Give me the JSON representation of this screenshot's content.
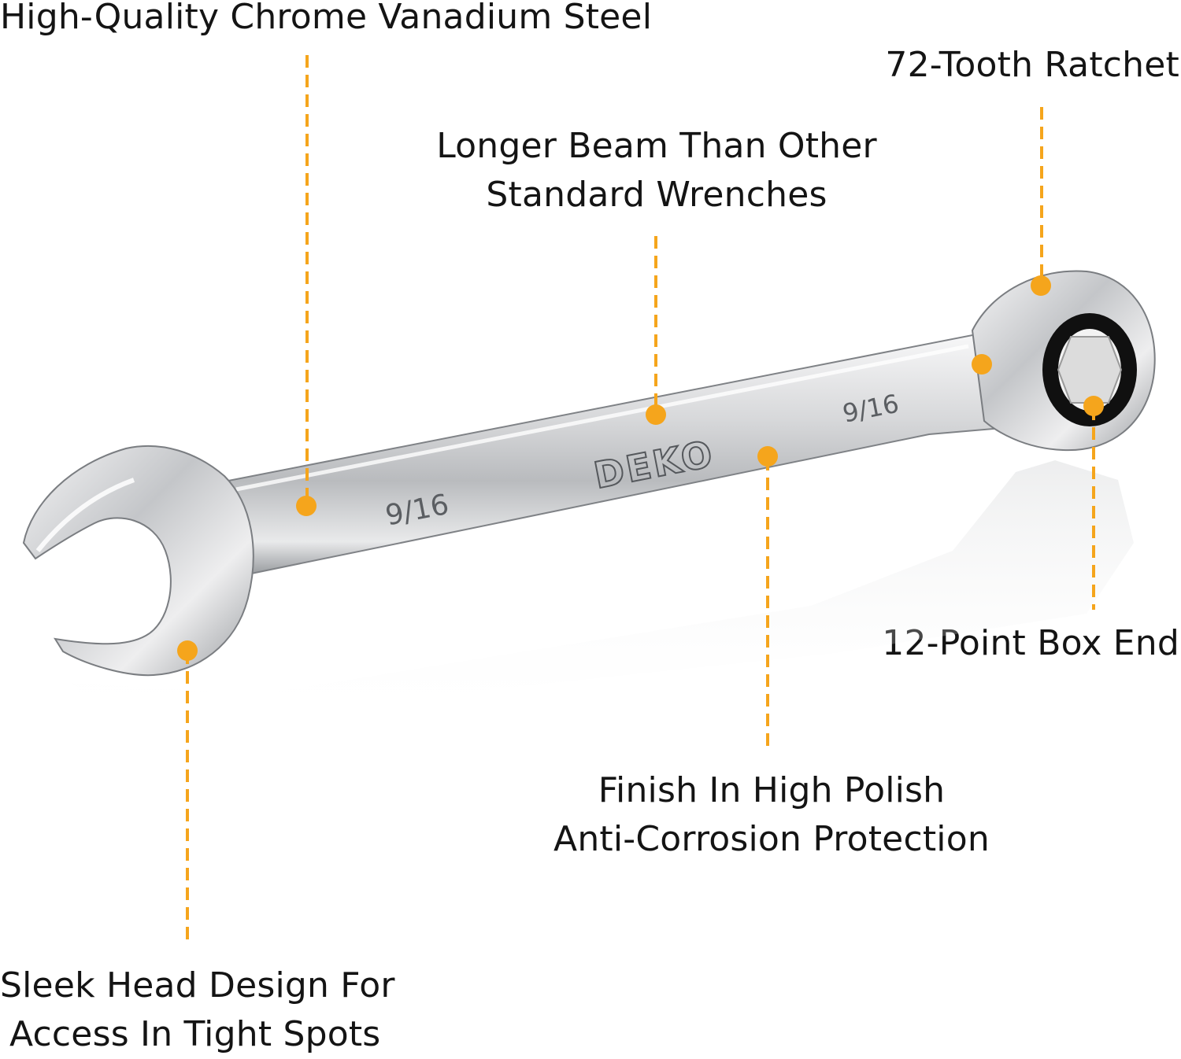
{
  "callouts": {
    "steel": "High-Quality Chrome Vanadium Steel",
    "ratchet": "72-Tooth Ratchet",
    "beam": {
      "line1": "Longer Beam Than Other",
      "line2": "Standard Wrenches"
    },
    "box_end": "12-Point Box End",
    "finish": {
      "line1": "Finish In High Polish",
      "line2": "Anti-Corrosion Protection"
    },
    "head": {
      "line1": "Sleek Head Design For",
      "line2": "Access In Tight Spots"
    }
  },
  "wrench": {
    "brand": "DEKO",
    "size_mark_left": "9/16",
    "size_mark_right": "9/16"
  },
  "colors": {
    "accent": "#f5a51c",
    "text": "#141414",
    "chrome": "#d9dadc"
  }
}
